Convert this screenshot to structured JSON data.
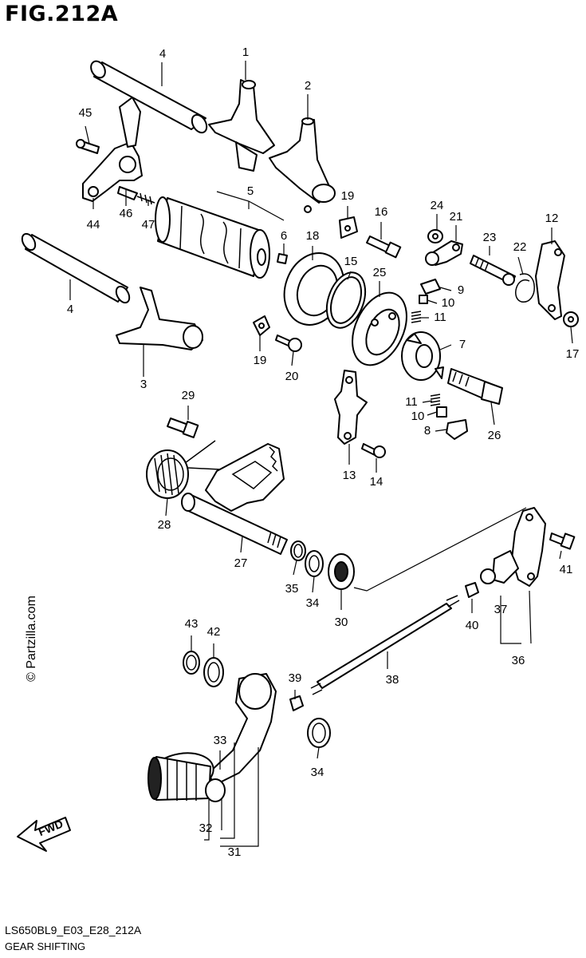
{
  "figure": {
    "title": "FIG.212A",
    "footer_code": "LS650BL9_E03_E28_212A",
    "footer_title": "GEAR SHIFTING",
    "watermark": "© Partzilla.com",
    "fwd_label": "FWD"
  },
  "callouts": [
    {
      "id": "c4a",
      "text": "4"
    },
    {
      "id": "c1",
      "text": "1"
    },
    {
      "id": "c2",
      "text": "2"
    },
    {
      "id": "c45",
      "text": "45"
    },
    {
      "id": "c5",
      "text": "5"
    },
    {
      "id": "c6",
      "text": "6"
    },
    {
      "id": "c44",
      "text": "44"
    },
    {
      "id": "c46",
      "text": "46"
    },
    {
      "id": "c47",
      "text": "47"
    },
    {
      "id": "c19a",
      "text": "19"
    },
    {
      "id": "c16",
      "text": "16"
    },
    {
      "id": "c24",
      "text": "24"
    },
    {
      "id": "c21",
      "text": "21"
    },
    {
      "id": "c12",
      "text": "12"
    },
    {
      "id": "c18",
      "text": "18"
    },
    {
      "id": "c15",
      "text": "15"
    },
    {
      "id": "c25",
      "text": "25"
    },
    {
      "id": "c23",
      "text": "23"
    },
    {
      "id": "c22",
      "text": "22"
    },
    {
      "id": "c9",
      "text": "9"
    },
    {
      "id": "c10a",
      "text": "10"
    },
    {
      "id": "c11a",
      "text": "11"
    },
    {
      "id": "c4b",
      "text": "4"
    },
    {
      "id": "c7",
      "text": "7"
    },
    {
      "id": "c17",
      "text": "17"
    },
    {
      "id": "c3",
      "text": "3"
    },
    {
      "id": "c19b",
      "text": "19"
    },
    {
      "id": "c20",
      "text": "20"
    },
    {
      "id": "c29",
      "text": "29"
    },
    {
      "id": "c11b",
      "text": "11"
    },
    {
      "id": "c10b",
      "text": "10"
    },
    {
      "id": "c8",
      "text": "8"
    },
    {
      "id": "c26",
      "text": "26"
    },
    {
      "id": "c13",
      "text": "13"
    },
    {
      "id": "c14",
      "text": "14"
    },
    {
      "id": "c28",
      "text": "28"
    },
    {
      "id": "c27",
      "text": "27"
    },
    {
      "id": "c35",
      "text": "35"
    },
    {
      "id": "c34a",
      "text": "34"
    },
    {
      "id": "c30",
      "text": "30"
    },
    {
      "id": "c41",
      "text": "41"
    },
    {
      "id": "c37",
      "text": "37"
    },
    {
      "id": "c40",
      "text": "40"
    },
    {
      "id": "c36",
      "text": "36"
    },
    {
      "id": "c43",
      "text": "43"
    },
    {
      "id": "c42",
      "text": "42"
    },
    {
      "id": "c39",
      "text": "39"
    },
    {
      "id": "c38",
      "text": "38"
    },
    {
      "id": "c33",
      "text": "33"
    },
    {
      "id": "c34b",
      "text": "34"
    },
    {
      "id": "c32",
      "text": "32"
    },
    {
      "id": "c31",
      "text": "31"
    }
  ]
}
